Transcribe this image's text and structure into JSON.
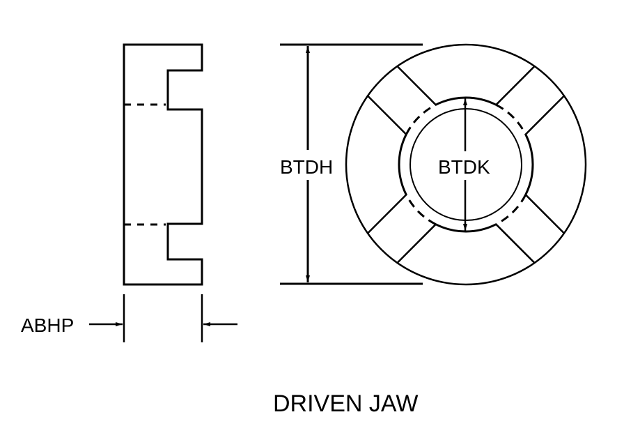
{
  "title": "DRIVEN JAW",
  "dimensions": {
    "width_label": "ABHP",
    "outer_diameter_label": "BTDH",
    "bore_diameter_label": "BTDK"
  },
  "colors": {
    "line": "#000000",
    "background": "#ffffff"
  }
}
